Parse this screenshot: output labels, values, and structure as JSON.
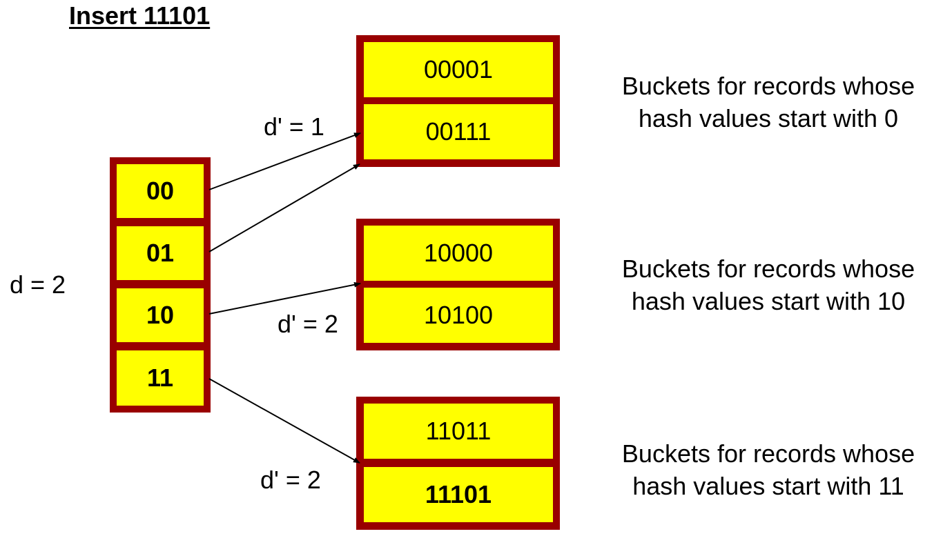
{
  "title": "Insert 11101",
  "directory": {
    "global_depth_label": "d = 2",
    "entries": [
      "00",
      "01",
      "10",
      "11"
    ]
  },
  "buckets": [
    {
      "local_depth_label": "d' = 1",
      "records": [
        {
          "value": "00001",
          "bold": false
        },
        {
          "value": "00111",
          "bold": false
        }
      ],
      "caption": [
        "Buckets for records whose",
        "hash values start with 0"
      ]
    },
    {
      "local_depth_label": "d' = 2",
      "records": [
        {
          "value": "10000",
          "bold": false
        },
        {
          "value": "10100",
          "bold": false
        }
      ],
      "caption": [
        "Buckets for records whose",
        "hash values start with 10"
      ]
    },
    {
      "local_depth_label": "d' = 2",
      "records": [
        {
          "value": "11011",
          "bold": false
        },
        {
          "value": "11101",
          "bold": true
        }
      ],
      "caption": [
        "Buckets for records whose",
        "hash values start with 11"
      ]
    }
  ],
  "pointers": [
    {
      "from": "00",
      "to_bucket": 0
    },
    {
      "from": "01",
      "to_bucket": 0
    },
    {
      "from": "10",
      "to_bucket": 1
    },
    {
      "from": "11",
      "to_bucket": 2
    }
  ],
  "colors": {
    "cell_fill": "#ffff00",
    "border": "#990000",
    "text": "#000000",
    "arrow": "#000000"
  }
}
